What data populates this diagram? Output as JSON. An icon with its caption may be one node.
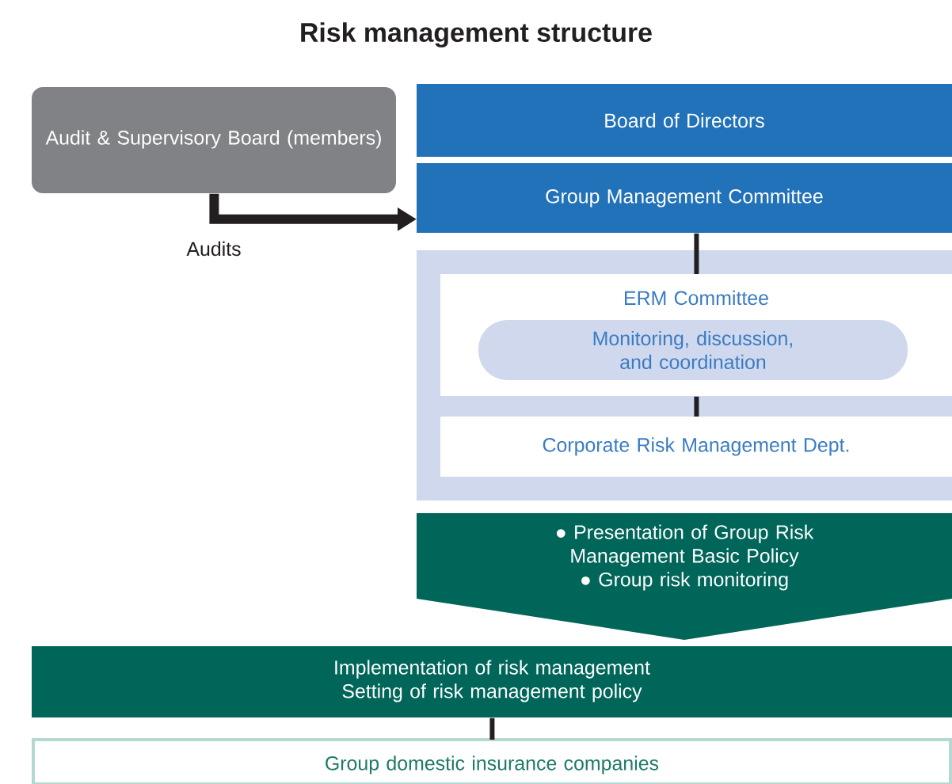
{
  "diagram": {
    "title": "Risk management structure",
    "nodes": [
      {
        "text": [
          "Audit & Supervisory Board (members)"
        ]
      },
      {
        "text": [
          "Board of Directors"
        ]
      },
      {
        "text": [
          "Group Management Committee"
        ]
      },
      {
        "text": [],
        "shape": "box"
      },
      {
        "text": [
          "ERM Committee"
        ],
        "in": 3
      },
      {
        "text": [
          "Monitoring, discussion, and coordination"
        ],
        "in": 4
      },
      {
        "text": [
          "Corporate Risk Management Dept."
        ],
        "in": 3
      },
      {
        "text": [
          "● Presentation of Group Risk Management Basic Policy",
          "● Group risk monitoring"
        ]
      },
      {
        "text": [
          "Implementation of risk management",
          "Setting of risk management policy"
        ]
      },
      {
        "text": [
          "Group domestic insurance companies"
        ]
      }
    ],
    "edges": [
      {
        "from": 0,
        "to": 2,
        "arrow": "to",
        "label": "Audits",
        "style": "thick"
      },
      {
        "from": 2,
        "to": 4,
        "arrow": "none"
      },
      {
        "from": 4,
        "to": 6,
        "arrow": "none"
      },
      {
        "from": 8,
        "to": 9,
        "arrow": "none"
      }
    ]
  }
}
